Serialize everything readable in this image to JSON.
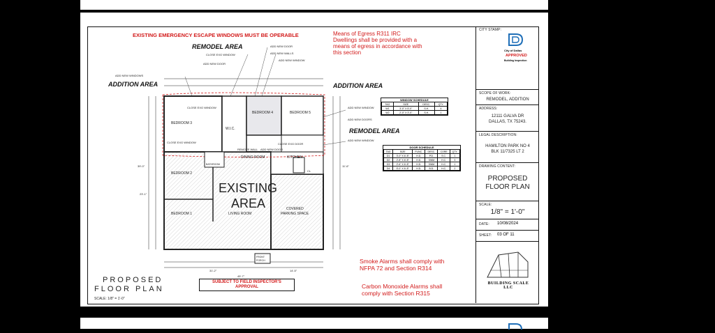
{
  "notes": {
    "egress_windows": "EXISTING EMERGENCY ESCAPE WINDOWS MUST BE OPERABLE",
    "means_of_egress_1": "Means of Egress  R311  IRC",
    "means_of_egress_2": "Dwellings shall be provided with a",
    "means_of_egress_3": "means of egress in accordance with",
    "means_of_egress_4": "this section",
    "smoke_1": "Smoke Alarms shall comply with",
    "smoke_2": "NFPA 72 and Section R314",
    "co_1": "Carbon Monoxide Alarms shall",
    "co_2": "comply with Section R315",
    "inspector_1": "SUBJECT TO FIELD INSPECTOR'S",
    "inspector_2": "APPROVAL"
  },
  "plan": {
    "remodel_top": "REMODEL AREA",
    "remodel_right": "REMODEL AREA",
    "addition_left": "ADDITION AREA",
    "addition_right": "ADDITION AREA",
    "existing_1": "EXISTING",
    "existing_2": "AREA",
    "rooms": {
      "bedroom3": "BEDROOM 3",
      "bedroom4": "BEDROOM 4",
      "bedroom5": "BEDROOM 5",
      "bedroom2": "BEDROOM 2",
      "bedroom1": "BEDROOM 1",
      "wic": "W.I.C.",
      "dining": "DINING ROOM",
      "kitchen": "KITCHEN",
      "living": "LIVING ROOM",
      "covered_1": "COVERED",
      "covered_2": "PARKING SPACE",
      "bathroom": "BATHROOM",
      "front_porch_1": "FRONT",
      "front_porch_2": "PORCH",
      "cl": "CL"
    },
    "callouts": {
      "add_new_door": "ADD NEW DOOR",
      "add_new_walls": "ADD NEW WALLS",
      "close_exg_window": "CLOSE EXG WINDOW",
      "add_new_door2": "ADD NEW DOOR",
      "add_new_window": "ADD NEW WINDOW",
      "add_new_windows": "ADD NEW WINDOWS",
      "close_exg_window2": "CLOSE EXG WINDOW",
      "close_exg_window3": "CLOSE EXG WINDOW",
      "remove_wall": "REMOVE WALL",
      "add_new_door3": "ADD NEW DOOR",
      "close_exg_door": "CLOSE EXG DOOR",
      "add_new_window_r": "ADD NEW WINDOW",
      "add_new_doors_r": "ADD NEW DOORS",
      "add_new_window_r2": "ADD NEW WINDOW"
    },
    "dims": {
      "overall": "45'-7\"",
      "d1": "31'-2\"",
      "d2": "14'-5\"",
      "d3": "39'-0\"",
      "d4": "23'-1\"",
      "d5": "11'-6\""
    }
  },
  "schedules": {
    "window_title": "WINDOW SCHEDULE",
    "window_headers": [
      "TAG",
      "SIZE",
      "DESC.",
      "QTY."
    ],
    "window_rows": [
      [
        "W1",
        "3'-0\" X 5'-0\"",
        "S.H.",
        "4"
      ],
      [
        "W2",
        "2'-0\" X 3'-0\"",
        "S.H.",
        "1"
      ]
    ],
    "door_title": "DOOR SCHEDULE",
    "door_headers": [
      "TAG",
      "SIZE",
      "FUNC.",
      "DESC.",
      "CORE",
      "QTY."
    ],
    "door_rows": [
      [
        "D1",
        "3'-0\" X 6'-8\"",
        "H.D.",
        "P.D.",
        "S.C.",
        "1"
      ],
      [
        "D2",
        "2'-8\" X 6'-8\"",
        "H.D.",
        "SWM",
        "H.C.",
        "3"
      ],
      [
        "D3",
        "2'-6\" X 6'-8\"",
        "H.D.",
        "SWM",
        "H.C.",
        "1"
      ],
      [
        "D4",
        "5'-0\" X 6'-8\"",
        "H.D.",
        "B.D.",
        "H.C.",
        "2"
      ]
    ]
  },
  "title_block": {
    "city_stamp_label": "CITY STAMP:",
    "city_name": "City of Dallas",
    "approved": "APPROVED",
    "building_inspection": "Building Inspection",
    "scope_label": "SCOPE OF WORK:",
    "scope_value": "REMODEL, ADDITION",
    "address_label": "ADDRESS:",
    "address_1": "12111 GALVA DR",
    "address_2": "DALLAS, TX 75243.",
    "legal_label": "LEGAL DESCRIPTION:",
    "legal_1": "HAMILTON PARK NO 4",
    "legal_2": "BLK 11/7325 LT 2",
    "drawing_label": "DRAWING CONTENT:",
    "drawing_1": "PROPOSED",
    "drawing_2": "FLOOR PLAN",
    "scale_label": "SCALE:",
    "scale_value": "1/8\" = 1'-0\"",
    "date_label": "DATE:",
    "date_value": "10/08/2024",
    "sheet_label": "SHEET:",
    "sheet_value": "03  OF  11",
    "company": "BUILDING SCALE LLC"
  },
  "plan_title": {
    "line1": "PROPOSED",
    "line2": "FLOOR PLAN",
    "scale": "SCALE: 1/8\" = 1'-0\""
  },
  "colors": {
    "red": "#d21b1b",
    "blue": "#1f6fb8",
    "hatch": "#9a9a9a"
  }
}
